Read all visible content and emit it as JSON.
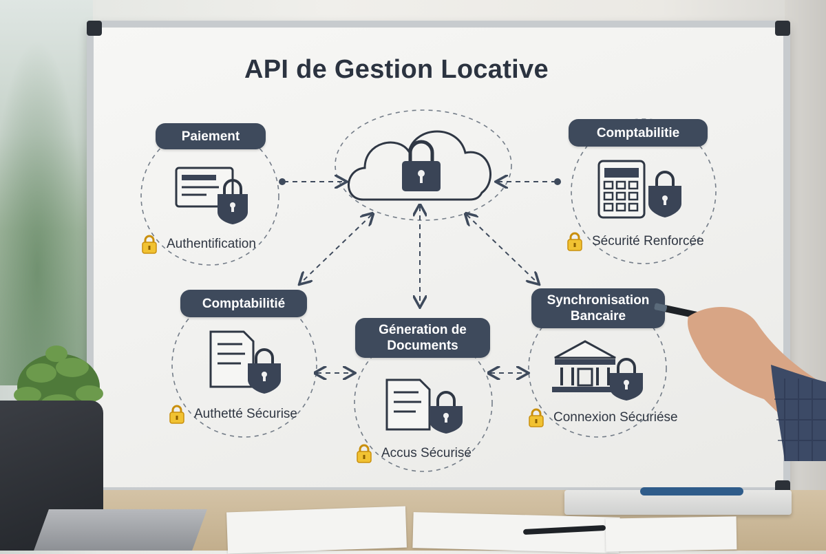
{
  "board": {
    "title": "API de Gestion Locative",
    "center": {
      "icon": "cloud-lock-icon"
    },
    "nodes": [
      {
        "pill": "Paiement",
        "icon": "card-lock-icon",
        "label": "Authentification"
      },
      {
        "pill": "Comptabilitie",
        "icon": "calculator-lock-icon",
        "label": "Sécurité Renforcée"
      },
      {
        "pill": "Comptabilitié",
        "icon": "document-lock-icon",
        "label": "Authetté Sécurise"
      },
      {
        "pill": "Géneration de Documents",
        "icon": "document-lock-icon",
        "label": "Accus Sécurisé"
      },
      {
        "pill": "Synchronisation Bancaire",
        "icon": "bank-lock-icon",
        "label": "Connexion Sécuriése"
      }
    ]
  },
  "colors": {
    "ink": "#3e4a5c",
    "pill": "#3e4a5c",
    "lock_badge": "#f1c232",
    "marker": "#2f5c8a"
  }
}
